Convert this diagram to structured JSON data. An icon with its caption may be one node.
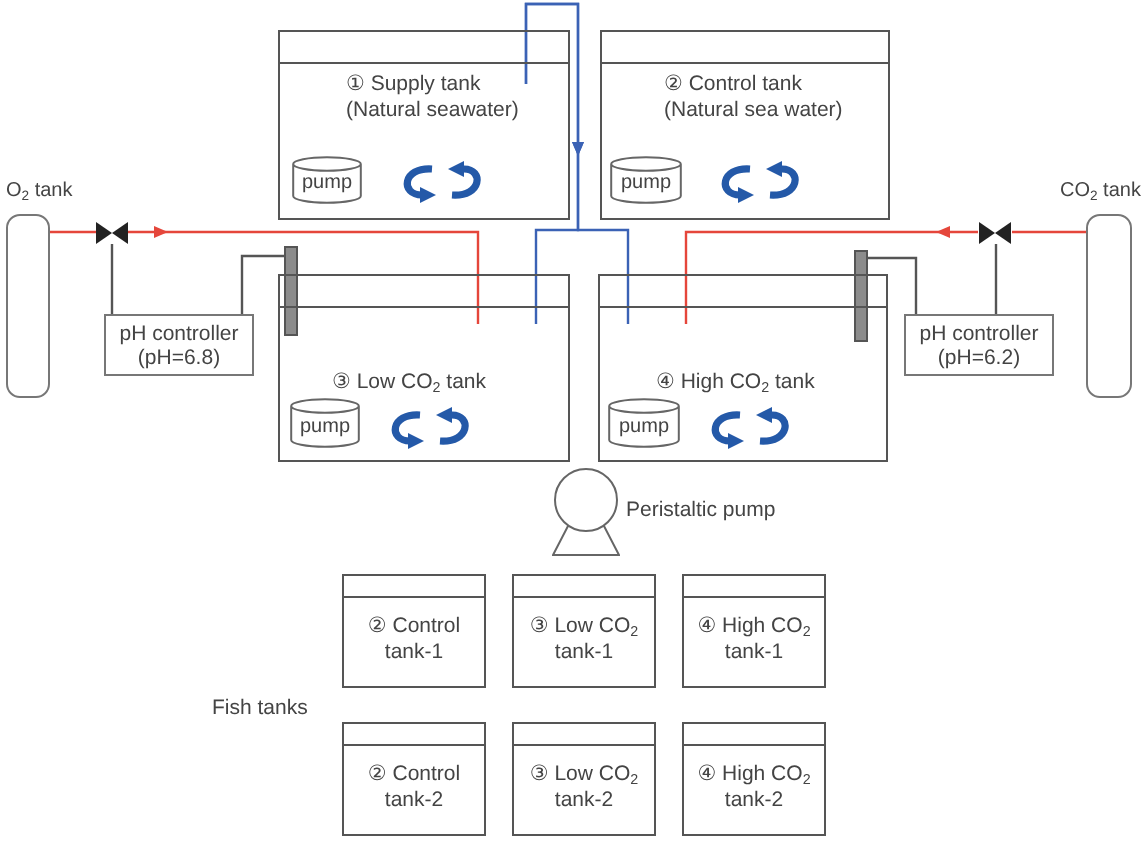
{
  "diagram": {
    "nodes": [
      {
        "text": [
          "① Supply tank (Natural seawater)"
        ]
      },
      {
        "text": [
          "pump"
        ],
        "in": 0
      },
      {
        "text": [
          "② Control tank (Natural sea water)"
        ]
      },
      {
        "text": [
          "pump"
        ],
        "in": 2
      },
      {
        "text": [
          "O$_{2}$ tank"
        ]
      },
      {
        "text": [
          "CO$_{2}$ tank"
        ]
      },
      {
        "text": [],
        "shape": "valve"
      },
      {
        "text": [],
        "shape": "valve"
      },
      {
        "text": [],
        "shape": "bar"
      },
      {
        "text": [],
        "shape": "bar"
      },
      {
        "text": [
          "③ Low CO$_{2}$ tank"
        ]
      },
      {
        "text": [
          "pump"
        ],
        "in": 10
      },
      {
        "text": [
          "④ High CO$_{2}$ tank"
        ]
      },
      {
        "text": [
          "pump"
        ],
        "in": 12
      },
      {
        "text": [
          "pH controller (pH=6.8)"
        ]
      },
      {
        "text": [
          "pH controller (pH=6.2)"
        ]
      },
      {
        "text": [],
        "shape": "circle",
        "beside": [
          "Peristaltic pump"
        ]
      },
      {
        "text": [
          "② Control tank-1"
        ]
      },
      {
        "text": [
          "③ Low CO$_{2}$ tank-1"
        ]
      },
      {
        "text": [
          "④ High CO$_{2}$ tank-1"
        ]
      },
      {
        "text": [
          "② Control tank-2"
        ]
      },
      {
        "text": [
          "③ Low CO$_{2}$ tank-2"
        ]
      },
      {
        "text": [
          "④ High CO$_{2}$ tank-2"
        ]
      }
    ],
    "edges": [
      {
        "from": 0,
        "to": 10,
        "arrow": "to",
        "color": "#3b62b5"
      },
      {
        "from": 0,
        "to": 12,
        "arrow": "to",
        "color": "#3b62b5"
      },
      {
        "from": 4,
        "to": 6,
        "arrow": "none",
        "color": "#e5463b"
      },
      {
        "from": 6,
        "to": 10,
        "arrow": "to",
        "color": "#e5463b"
      },
      {
        "from": 5,
        "to": 7,
        "arrow": "none",
        "color": "#e5463b"
      },
      {
        "from": 7,
        "to": 12,
        "arrow": "to",
        "color": "#e5463b"
      },
      {
        "from": 6,
        "to": 14,
        "arrow": "none",
        "color": "#555555"
      },
      {
        "from": 14,
        "to": 8,
        "arrow": "none",
        "color": "#555555"
      },
      {
        "from": 9,
        "to": 15,
        "arrow": "none",
        "color": "#555555"
      },
      {
        "from": 7,
        "to": 15,
        "arrow": "none",
        "color": "#555555"
      }
    ],
    "labels": [
      "Fish tanks"
    ]
  }
}
